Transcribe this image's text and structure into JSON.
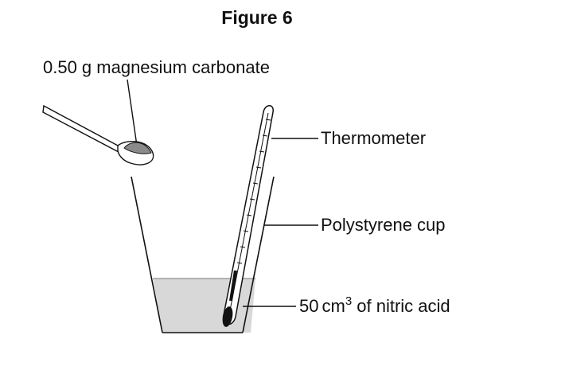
{
  "figure": {
    "title": "Figure 6",
    "labels": {
      "reagent": "0.50 g magnesium carbonate",
      "thermometer": "Thermometer",
      "cup": "Polystyrene cup",
      "acid_prefix": "50",
      "acid_unit": "cm",
      "acid_exponent": "3",
      "acid_suffix": " of nitric acid"
    },
    "colors": {
      "liquid": "#d8d8d8",
      "ink": "#111111",
      "powder": "#8a8a8a"
    }
  }
}
